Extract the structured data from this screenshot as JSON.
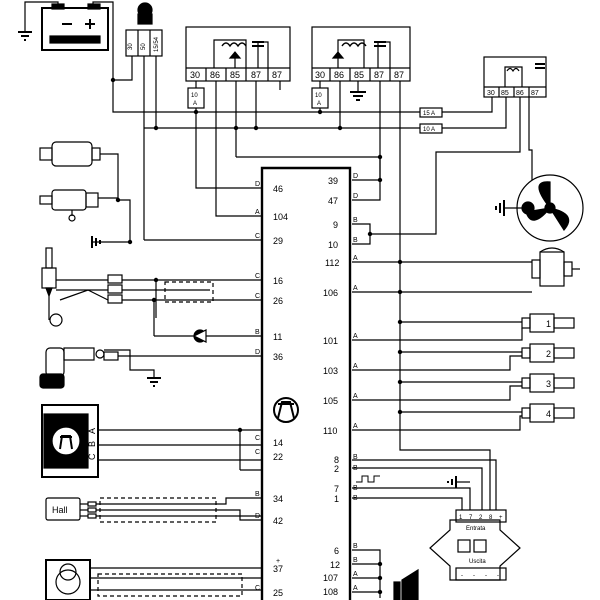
{
  "relays": [
    {
      "pins": [
        "30",
        "86",
        "85",
        "87",
        "87"
      ]
    },
    {
      "pins": [
        "30",
        "86",
        "85",
        "87",
        "87"
      ]
    },
    {
      "pins": [
        "30",
        "85",
        "86",
        "87"
      ]
    }
  ],
  "fuses": {
    "relay1_fuse": [
      "10",
      "A"
    ],
    "relay2_fuse": [
      "10",
      "A"
    ],
    "fuse_15a": "15 A",
    "fuse_10a": "10 A"
  },
  "ignition_switch_pins": [
    "30",
    "50",
    "15/54"
  ],
  "ecu_left_pins": [
    {
      "conn": "D",
      "num": "46"
    },
    {
      "conn": "A",
      "num": "104"
    },
    {
      "conn": "C",
      "num": "29"
    },
    {
      "conn": "C",
      "num": "16"
    },
    {
      "conn": "C",
      "num": "26"
    },
    {
      "conn": "B",
      "num": "11"
    },
    {
      "conn": "D",
      "num": "36"
    },
    {
      "conn": "C",
      "num": "14"
    },
    {
      "conn": "C",
      "num": "22"
    },
    {
      "conn": "B",
      "num": "34"
    },
    {
      "conn": "D",
      "num": "42"
    },
    {
      "conn": "+",
      "num": "37"
    },
    {
      "conn": "C",
      "num": "25"
    }
  ],
  "ecu_right_pins": [
    {
      "num": "39",
      "conn": "D"
    },
    {
      "num": "47",
      "conn": "D"
    },
    {
      "num": "9",
      "conn": "B"
    },
    {
      "num": "10",
      "conn": "B"
    },
    {
      "num": "112",
      "conn": "A"
    },
    {
      "num": "106",
      "conn": "A"
    },
    {
      "num": "101",
      "conn": "A"
    },
    {
      "num": "103",
      "conn": "A"
    },
    {
      "num": "105",
      "conn": "A"
    },
    {
      "num": "110",
      "conn": "A"
    },
    {
      "num": "8",
      "conn": "B"
    },
    {
      "num": "2",
      "conn": "B"
    },
    {
      "num": "7",
      "conn": "B"
    },
    {
      "num": "1",
      "conn": "B"
    },
    {
      "num": "6",
      "conn": "B"
    },
    {
      "num": "12",
      "conn": "B"
    },
    {
      "num": "107",
      "conn": "A"
    },
    {
      "num": "108",
      "conn": "A"
    }
  ],
  "injectors": [
    "1",
    "2",
    "3",
    "4"
  ],
  "ignition_module": {
    "input_label": "Entrata",
    "output_label": "Uscita",
    "input_pins": [
      "1",
      "7",
      "2",
      "8",
      "+"
    ],
    "output_pins": [
      "-",
      "-",
      "-",
      "-"
    ]
  },
  "hall_label": "Hall",
  "crank_sensor_pins": [
    "C",
    "B",
    "A"
  ]
}
